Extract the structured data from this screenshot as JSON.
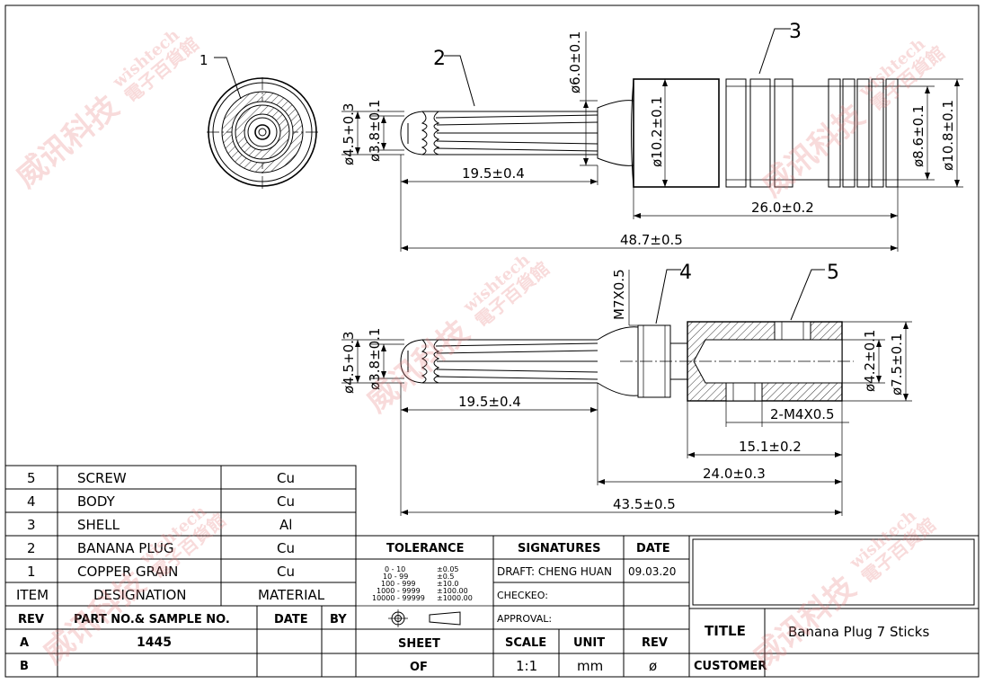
{
  "callouts": [
    "1",
    "2",
    "3",
    "4",
    "5"
  ],
  "dims": {
    "d45_top": "ø4.5+0.3",
    "d38_top": "ø3.8±0.1",
    "d60": "ø6.0±0.1",
    "d102": "ø10.2±0.1",
    "d86": "ø8.6±0.1",
    "d108": "ø10.8±0.1",
    "l195_top": "19.5±0.4",
    "l260": "26.0±0.2",
    "l487": "48.7±0.5",
    "m7": "M7X0.5",
    "d45_bot": "ø4.5+0.3",
    "d38_bot": "ø3.8±0.1",
    "d42": "ø4.2±0.1",
    "d75": "ø7.5±0.1",
    "l195_bot": "19.5±0.4",
    "m4": "2-M4X0.5",
    "l151": "15.1±0.2",
    "l240": "24.0±0.3",
    "l435": "43.5±0.5"
  },
  "bom": [
    {
      "item": "5",
      "designation": "SCREW",
      "material": "Cu"
    },
    {
      "item": "4",
      "designation": "BODY",
      "material": "Cu"
    },
    {
      "item": "3",
      "designation": "SHELL",
      "material": "Al"
    },
    {
      "item": "2",
      "designation": "BANANA PLUG",
      "material": "Cu"
    },
    {
      "item": "1",
      "designation": "COPPER GRAIN",
      "material": "Cu"
    }
  ],
  "bom_header": {
    "item": "ITEM",
    "designation": "DESIGNATION",
    "material": "MATERIAL"
  },
  "rev_header": {
    "rev": "REV",
    "part": "PART NO.& SAMPLE NO.",
    "date": "DATE",
    "by": "BY"
  },
  "rev_rows": [
    {
      "rev": "A",
      "part": "1445"
    },
    {
      "rev": "B",
      "part": ""
    }
  ],
  "tolerance": {
    "title": "TOLERANCE",
    "rows": [
      {
        "range": "0 - 10",
        "tol": "±0.05"
      },
      {
        "range": "10 - 99",
        "tol": "±0.5"
      },
      {
        "range": "100 - 999",
        "tol": "±10.0"
      },
      {
        "range": "1000 - 9999",
        "tol": "±100.00"
      },
      {
        "range": "10000 - 99999",
        "tol": "±1000.00"
      }
    ]
  },
  "signatures": {
    "title": "SIGNATURES",
    "date_label": "DATE",
    "draft": "DRAFT: CHENG HUAN",
    "draft_date": "09.03.20",
    "checked": "CHECKEO:",
    "approval": "APPROVAL:"
  },
  "sheet_block": {
    "sheet": "SHEET",
    "of": "OF",
    "scale_label": "SCALE",
    "scale": "1:1",
    "unit_label": "UNIT",
    "unit": "mm",
    "rev_label": "REV",
    "rev": "ø"
  },
  "title_block": {
    "title_label": "TITLE",
    "title": "Banana Plug 7 Sticks",
    "customer_label": "CUSTOMER"
  },
  "watermark": {
    "chinese": "威讯科技",
    "sub": "電子百貨館",
    "latin": "wishtech"
  }
}
